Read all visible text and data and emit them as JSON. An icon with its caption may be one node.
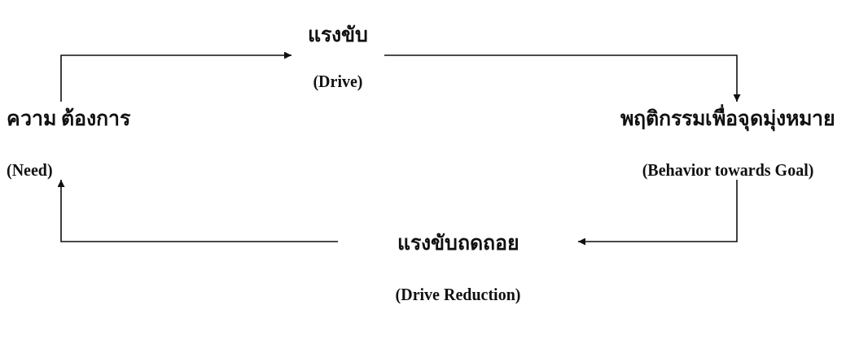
{
  "diagram": {
    "nodes": [
      {
        "text": [
          "ความ ต้องการ",
          "(Need)"
        ]
      },
      {
        "text": [
          "แรงขับ",
          "(Drive)"
        ]
      },
      {
        "text": [
          "พฤติกรรมเพื่อจุดมุ่งหมาย",
          "(Behavior towards Goal)"
        ]
      },
      {
        "text": [
          "แรงขับถดถอย",
          "(Drive Reduction)"
        ]
      }
    ],
    "edges": [
      {
        "from": 0,
        "to": 1,
        "arrow": "to"
      },
      {
        "from": 1,
        "to": 2,
        "arrow": "to"
      },
      {
        "from": 2,
        "to": 3,
        "arrow": "to"
      },
      {
        "from": 3,
        "to": 0,
        "arrow": "to"
      }
    ]
  }
}
